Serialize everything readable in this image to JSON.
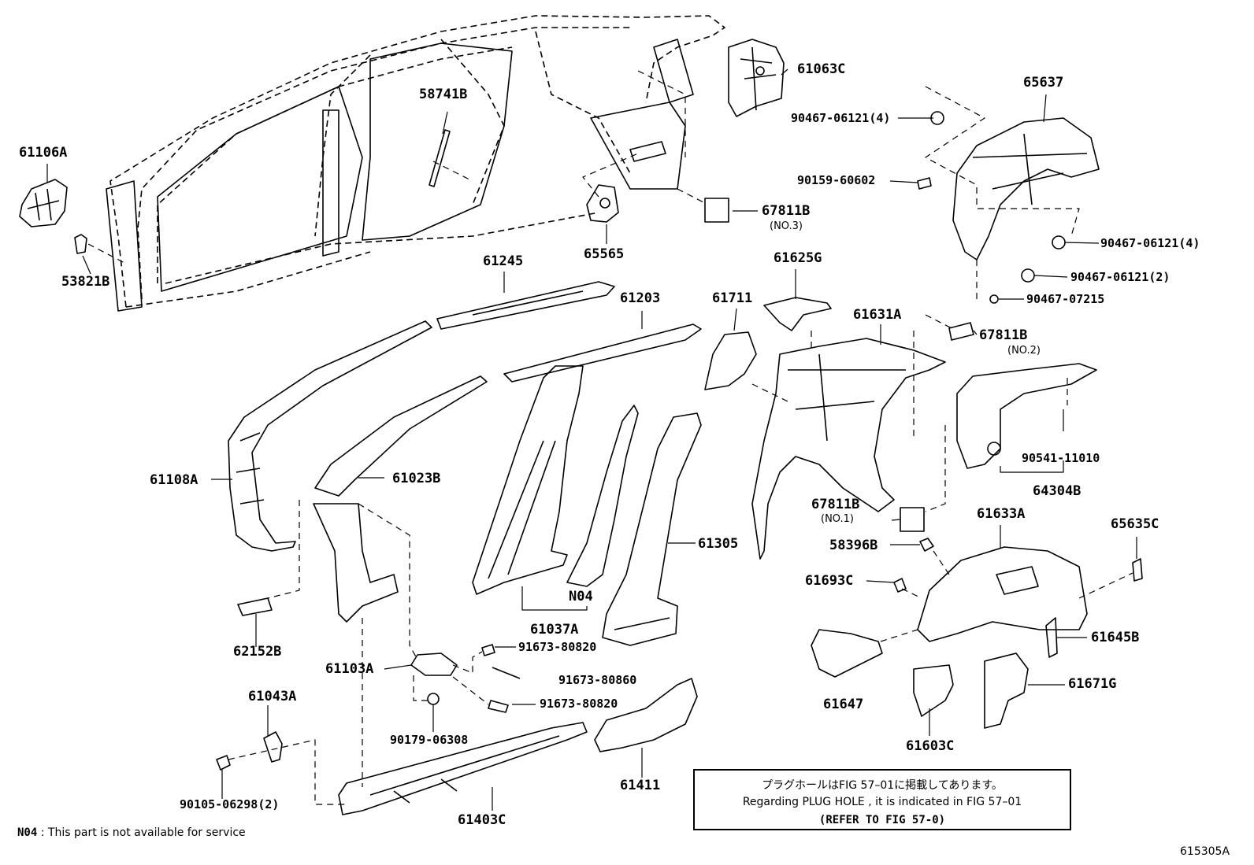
{
  "parts": [
    {
      "id": "p61106A",
      "label": "61106A"
    },
    {
      "id": "p53821B",
      "label": "53821B"
    },
    {
      "id": "p58741B",
      "label": "58741B"
    },
    {
      "id": "p61063C",
      "label": "61063C"
    },
    {
      "id": "p90467_a",
      "label": "90467-06121(4)"
    },
    {
      "id": "p65637",
      "label": "65637"
    },
    {
      "id": "p90159",
      "label": "90159-60602"
    },
    {
      "id": "p67811B3",
      "label": "67811B"
    },
    {
      "id": "p65565",
      "label": "65565"
    },
    {
      "id": "p90467_b",
      "label": "90467-06121(4)"
    },
    {
      "id": "p90467_c",
      "label": "90467-06121(2)"
    },
    {
      "id": "p90467_d",
      "label": "90467-07215"
    },
    {
      "id": "p61245",
      "label": "61245"
    },
    {
      "id": "p61203",
      "label": "61203"
    },
    {
      "id": "p61711",
      "label": "61711"
    },
    {
      "id": "p61625G",
      "label": "61625G"
    },
    {
      "id": "p61631A",
      "label": "61631A"
    },
    {
      "id": "p67811B2",
      "label": "67811B"
    },
    {
      "id": "p90541",
      "label": "90541-11010"
    },
    {
      "id": "p64304B",
      "label": "64304B"
    },
    {
      "id": "p61108A",
      "label": "61108A"
    },
    {
      "id": "p61023B",
      "label": "61023B"
    },
    {
      "id": "p67811B1",
      "label": "67811B"
    },
    {
      "id": "p61633A",
      "label": "61633A"
    },
    {
      "id": "p65635C",
      "label": "65635C"
    },
    {
      "id": "p58396B",
      "label": "58396B"
    },
    {
      "id": "p61305",
      "label": "61305"
    },
    {
      "id": "p61693C",
      "label": "61693C"
    },
    {
      "id": "pN04",
      "label": "N04"
    },
    {
      "id": "p61037A",
      "label": "61037A"
    },
    {
      "id": "p62152B",
      "label": "62152B"
    },
    {
      "id": "p61645B",
      "label": "61645B"
    },
    {
      "id": "p91673_a",
      "label": "91673-80820"
    },
    {
      "id": "p61103A",
      "label": "61103A"
    },
    {
      "id": "p91673_b",
      "label": "91673-80860"
    },
    {
      "id": "p61647",
      "label": "61647"
    },
    {
      "id": "p61671G",
      "label": "61671G"
    },
    {
      "id": "p91673_c",
      "label": "91673-80820"
    },
    {
      "id": "p61043A",
      "label": "61043A"
    },
    {
      "id": "p90179",
      "label": "90179-06308"
    },
    {
      "id": "p61603C",
      "label": "61603C"
    },
    {
      "id": "p61411",
      "label": "61411"
    },
    {
      "id": "p90105",
      "label": "90105-06298(2)"
    },
    {
      "id": "p61403C",
      "label": "61403C"
    }
  ],
  "sub_labels": {
    "no3": "(NO.3)",
    "no2": "(NO.2)",
    "no1": "(NO.1)"
  },
  "note_box": {
    "line1": "プラグホールはFIG 57–01に掲載してあります。",
    "line2": "Regarding  PLUG  HOLE , it is indicated in  FIG  57–01",
    "line3": "(REFER TO FIG 57-0)"
  },
  "footnote": {
    "code": "N04",
    "text": ": This part is not available for service"
  },
  "figure_number": "615305A"
}
